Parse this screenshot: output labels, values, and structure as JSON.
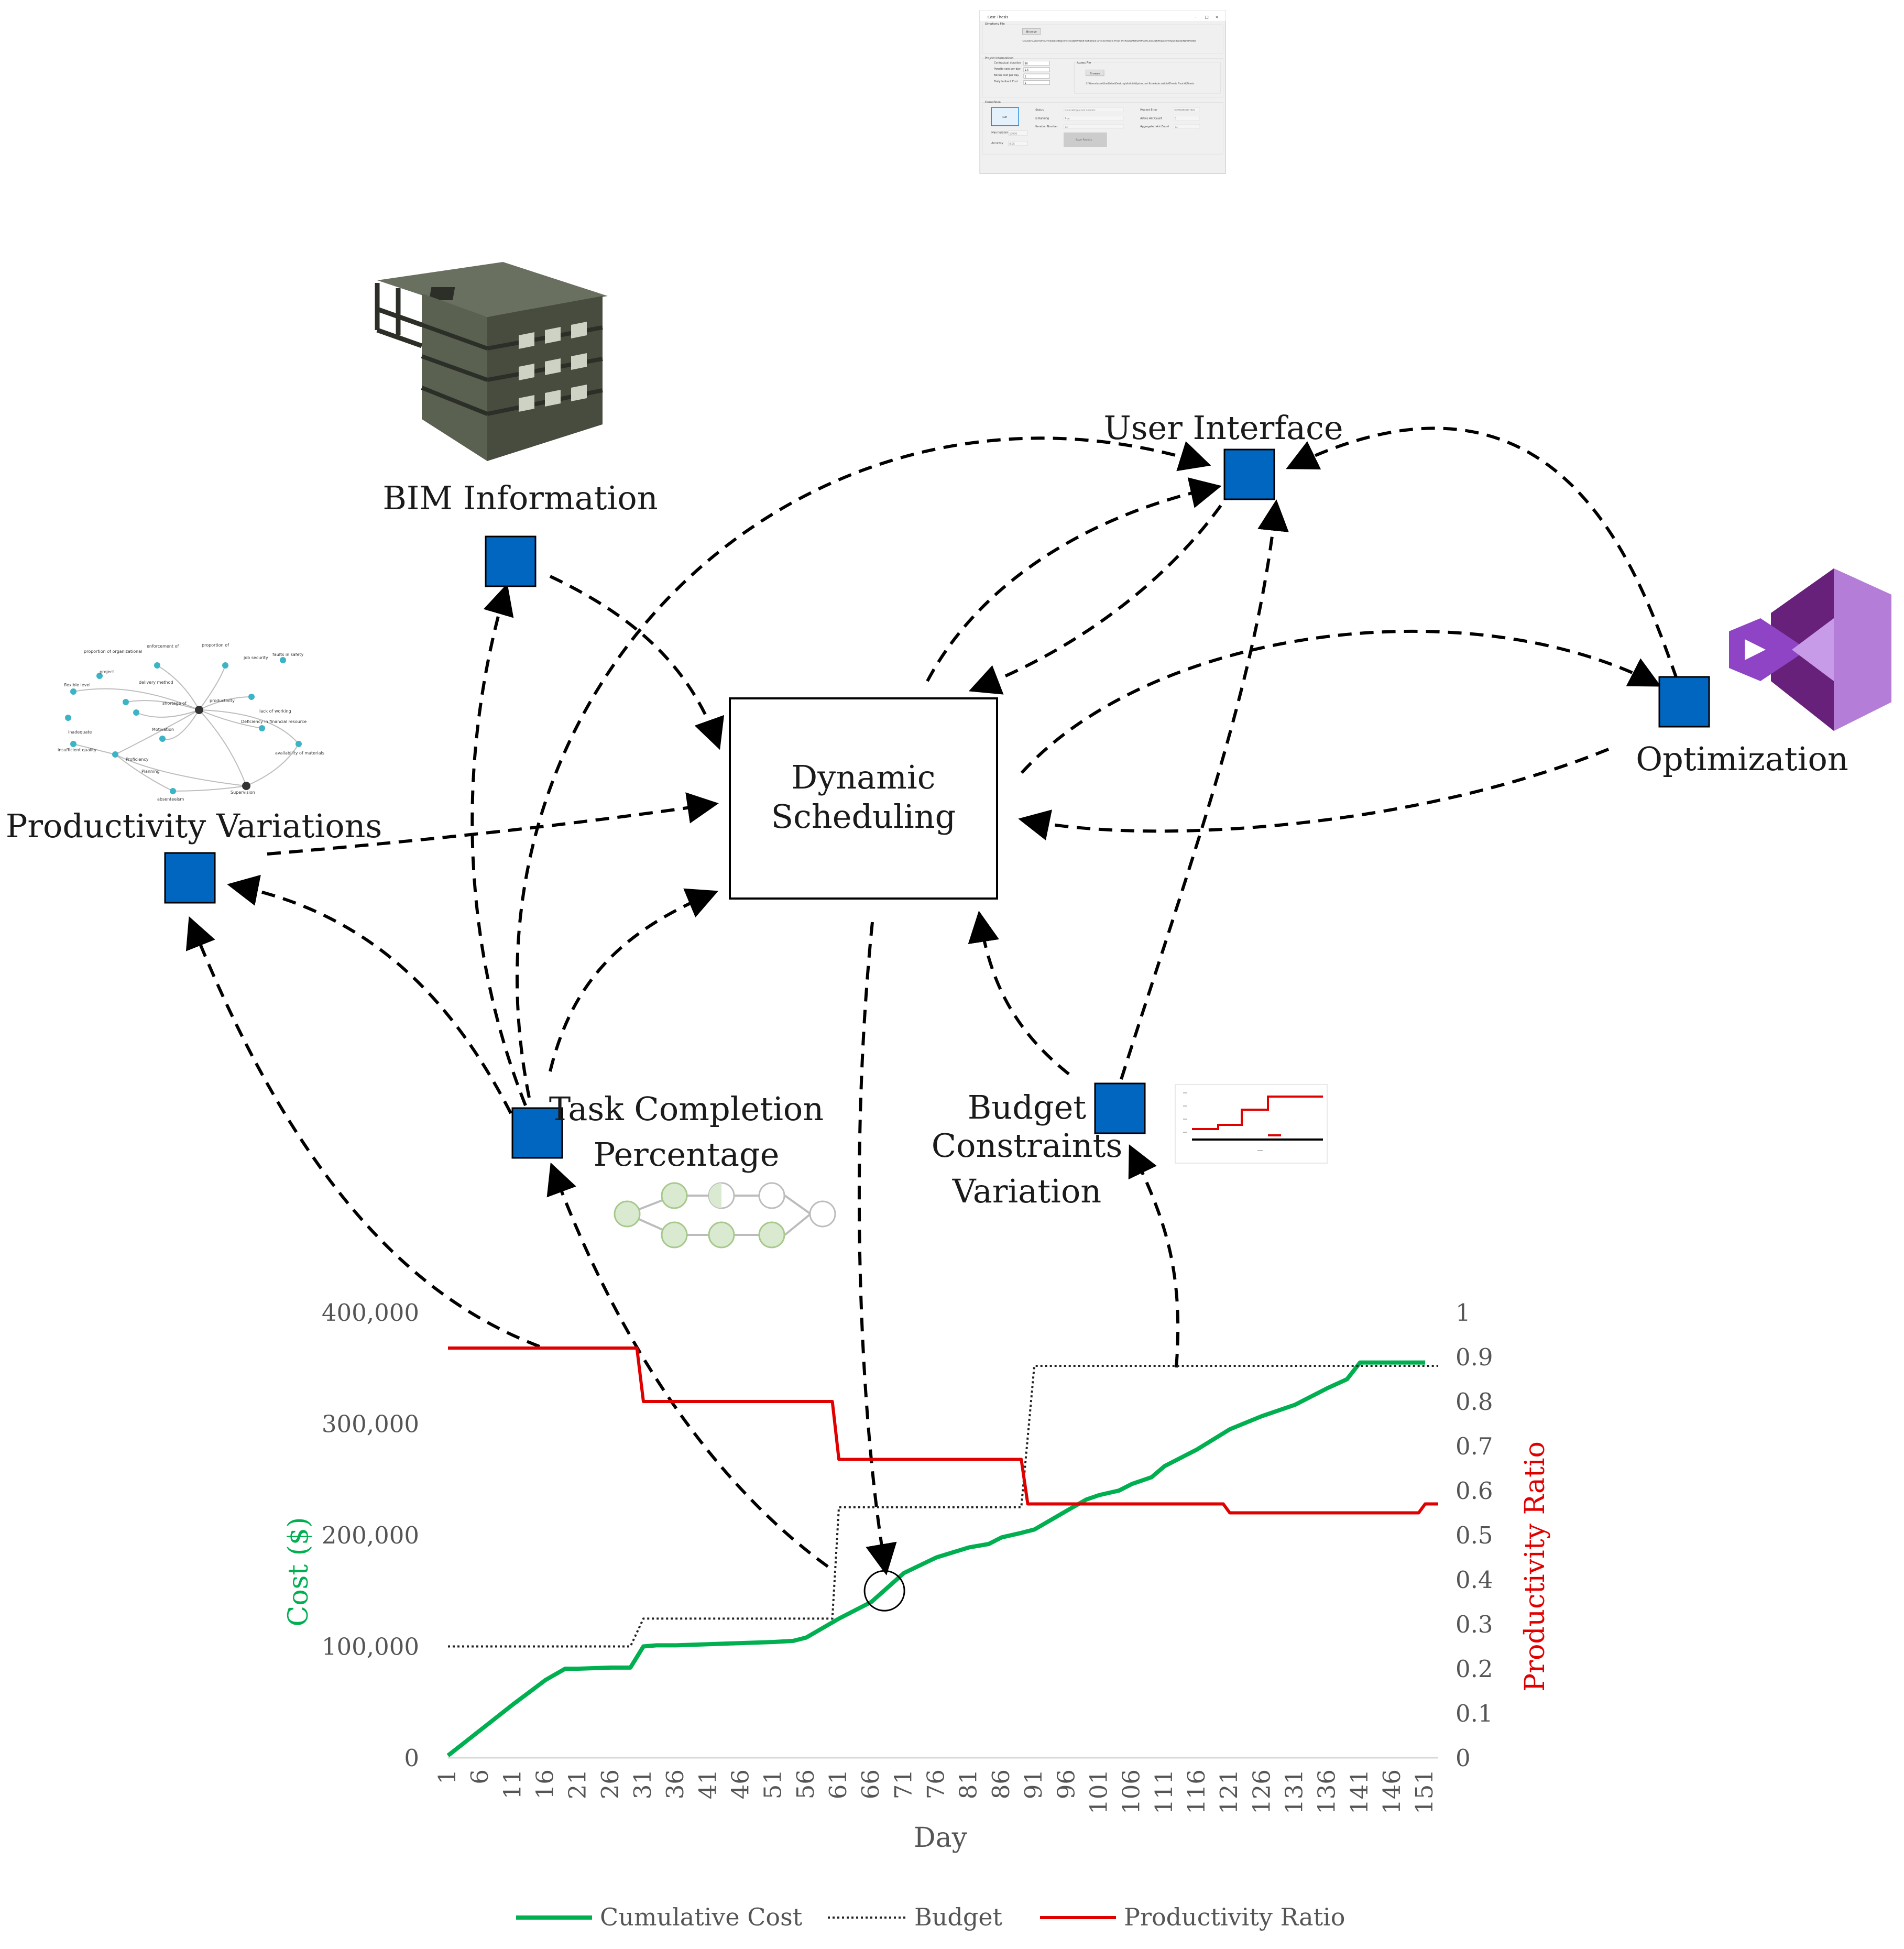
{
  "diagram": {
    "nodes": {
      "user_interface": "User Interface",
      "bim_information": "BIM Information",
      "optimization": "Optimization",
      "productivity_variations": "Productivity Variations",
      "dynamic_scheduling_line1": "Dynamic",
      "dynamic_scheduling_line2": "Scheduling",
      "task_completion_line1": "Task Completion",
      "task_completion_line2": "Percentage",
      "budget_line1": "Budget",
      "budget_line2": "Constraints",
      "budget_line3": "Variation"
    },
    "colors": {
      "node": "#0066c0",
      "cost": "#00b050",
      "productivity": "#e00000",
      "budget": "#222222",
      "vs_purple": "#8e44c4"
    }
  },
  "ui_window": {
    "title": "Cost Thesis",
    "simphony_group": "Simphony File",
    "browse_label": "Browse",
    "simphony_path": "C:\\Users\\user\\OneDrive\\Desktop\\Article\\Optimized Schedule article\\Thesis Final 6\\Thesis\\Mohammad\\CostOptimization\\Input Data\\NewModel",
    "project_group": "Project Informations",
    "fields": [
      {
        "label": "Contractual duration",
        "value": "90"
      },
      {
        "label": "Penalty cost per day",
        "value": "1.5"
      },
      {
        "label": "Bonus cost per day",
        "value": "1"
      },
      {
        "label": "Daily Indirect Cost",
        "value": "1"
      }
    ],
    "access_group": "Access File",
    "access_path": "C:\\Users\\user\\OneDrive\\Desktop\\Article\\Optimized Schedule article\\Thesis Final 6\\Thesis",
    "groupbox4": "GroupBox4",
    "run_label": "Run",
    "max_iteration_label": "Max Iteration",
    "max_iteration_value": "10000",
    "accuracy_label": "Accuracy",
    "accuracy_value": "0.05",
    "status_label": "Status",
    "status_value": "Generating a new solution",
    "is_running_label": "Is Running",
    "is_running_value": "True",
    "iteration_number_label": "Iteration Number",
    "iteration_number_value": "73",
    "percent_error_label": "Percent Error",
    "percent_error_value": "0.07408605117949",
    "active_ant_label": "Active Ant Count",
    "active_ant_value": "0",
    "aggregated_ant_label": "Aggregated Ant Count",
    "aggregated_ant_value": "73",
    "save_results_label": "Save Results"
  },
  "productivity_network_labels": [
    "proportion of organizational",
    "enforcement of",
    "proportion of",
    "faults in safety",
    "job security",
    "flexible level",
    "project",
    "delivery method",
    "shortage of",
    "lack of working",
    "inadequate",
    "Motivation",
    "Proficiency",
    "productivity",
    "absenteeism",
    "insufficient quality",
    "Planning",
    "Supervision",
    "Deficiency in financial resource",
    "availability of materials"
  ],
  "chart_data": {
    "type": "line",
    "xlabel": "Day",
    "ylabel_left": "Cost ($)",
    "ylabel_right": "Productivity Ratio",
    "x_ticks": [
      1,
      6,
      11,
      16,
      21,
      26,
      31,
      36,
      41,
      46,
      51,
      56,
      61,
      66,
      71,
      76,
      81,
      86,
      91,
      96,
      101,
      106,
      111,
      116,
      121,
      126,
      131,
      136,
      141,
      146,
      151
    ],
    "x_range": [
      1,
      153
    ],
    "y_left_ticks": [
      "0",
      "100,000",
      "200,000",
      "300,000",
      "400,000"
    ],
    "y_left_range": [
      0,
      400000
    ],
    "y_right_ticks": [
      "0",
      "0.1",
      "0.2",
      "0.3",
      "0.4",
      "0.5",
      "0.6",
      "0.7",
      "0.8",
      "0.9",
      "1"
    ],
    "y_right_range": [
      0,
      1
    ],
    "legend": [
      "Cumulative Cost",
      "Budget",
      "Productivity Ratio"
    ],
    "legend_position": "bottom",
    "series": [
      {
        "name": "Cumulative Cost",
        "axis": "left",
        "style": "solid",
        "x": [
          1,
          6,
          11,
          16,
          19,
          21,
          26,
          29,
          31,
          33,
          36,
          41,
          46,
          51,
          54,
          56,
          61,
          66,
          71,
          76,
          81,
          84,
          86,
          89,
          91,
          96,
          99,
          101,
          104,
          106,
          109,
          111,
          116,
          121,
          126,
          131,
          136,
          139,
          141,
          146,
          151
        ],
        "y": [
          2000,
          25000,
          48000,
          70000,
          80000,
          80000,
          81000,
          81000,
          100000,
          101000,
          101000,
          102000,
          103000,
          104000,
          105000,
          108000,
          125000,
          140000,
          166000,
          180000,
          189000,
          192000,
          198000,
          202000,
          205000,
          222000,
          232000,
          236000,
          240000,
          246000,
          252000,
          262000,
          277000,
          295000,
          307000,
          317000,
          332000,
          340000,
          355000,
          355000,
          355000
        ]
      },
      {
        "name": "Budget",
        "axis": "left",
        "style": "dotted",
        "x": [
          1,
          29,
          31,
          60,
          61,
          89,
          91,
          153
        ],
        "y": [
          100000,
          100000,
          125000,
          125000,
          225000,
          225000,
          352000,
          352000
        ]
      },
      {
        "name": "Productivity Ratio",
        "axis": "right",
        "style": "solid",
        "x": [
          1,
          30,
          31,
          60,
          61,
          89,
          90,
          120,
          121,
          150,
          151,
          153
        ],
        "y": [
          0.92,
          0.92,
          0.8,
          0.8,
          0.67,
          0.67,
          0.57,
          0.57,
          0.55,
          0.55,
          0.57,
          0.57
        ]
      }
    ]
  }
}
